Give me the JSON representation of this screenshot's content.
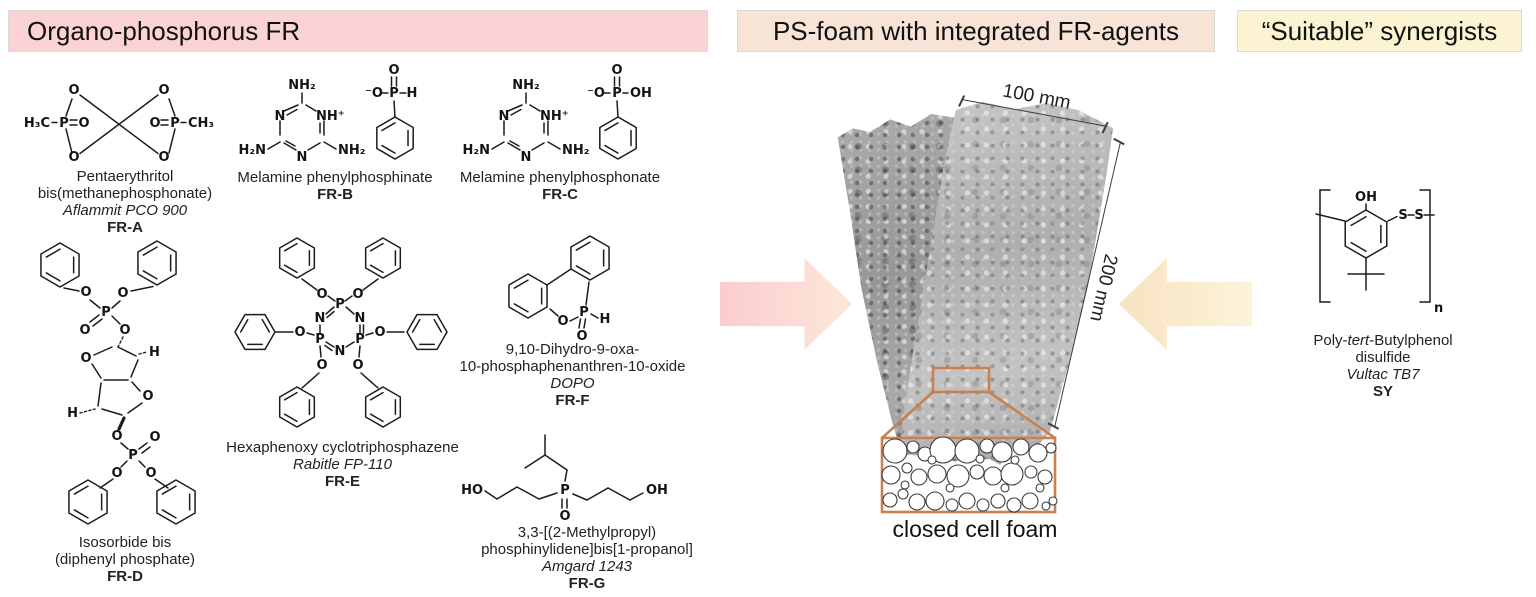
{
  "banners": {
    "organo": "Organo-phosphorus FR",
    "foam": "PS-foam with integrated FR-agents",
    "synergists": "“Suitable” synergists"
  },
  "foam_photo": {
    "width_label": "100 mm",
    "height_label": "200 mm",
    "callout_label": "closed cell foam"
  },
  "compounds": {
    "fr_a": {
      "name1": "Pentaerythritol",
      "name2": "bis(methanephosphonate)",
      "trade": "Aflammit PCO 900",
      "code": "FR-A"
    },
    "fr_b": {
      "name1": "Melamine phenylphosphinate",
      "code": "FR-B"
    },
    "fr_c": {
      "name1": "Melamine phenylphosphonate",
      "code": "FR-C"
    },
    "fr_d": {
      "name1": "Isosorbide bis",
      "name2": "(diphenyl phosphate)",
      "code": "FR-D"
    },
    "fr_e": {
      "name1": "Hexaphenoxy cyclotriphosphazene",
      "trade": "Rabitle FP-110",
      "code": "FR-E"
    },
    "fr_f": {
      "name1": "9,10-Dihydro-9-oxa-",
      "name2": "10-phosphaphenanthren-10-oxide",
      "trade": "DOPO",
      "code": "FR-F"
    },
    "fr_g": {
      "name1": "3,3-[(2-Methylpropyl)",
      "name2": "phosphinylidene]bis[1-propanol]",
      "trade": "Amgard 1243",
      "code": "FR-G"
    }
  },
  "synergist": {
    "name_pre": "Poly-",
    "name_it": "tert",
    "name_post": "-Butylphenol",
    "name2": "disulfide",
    "trade": "Vultac TB7",
    "code": "SY"
  },
  "atoms": {
    "fr_a": [
      "H₃C",
      "P",
      "O",
      "O",
      "O",
      "O",
      "O",
      "O",
      "P",
      "CH₃"
    ],
    "fr_b": [
      "NH₂",
      "N",
      "NH⁺",
      "H₂N",
      "N",
      "NH₂",
      "⁻O",
      "P",
      "H",
      "O"
    ],
    "fr_c": [
      "NH₂",
      "N",
      "NH⁺",
      "H₂N",
      "N",
      "NH₂",
      "⁻O",
      "P",
      "OH",
      "O"
    ],
    "fr_d": [
      "O",
      "O",
      "P",
      "O",
      "O",
      "O",
      "H",
      "O",
      "H",
      "O",
      "P",
      "O",
      "O",
      "O"
    ],
    "fr_e": [
      "P",
      "N",
      "N",
      "P",
      "P",
      "N",
      "O",
      "O",
      "O",
      "O",
      "O",
      "O"
    ],
    "fr_f": [
      "O",
      "P",
      "H",
      "O"
    ],
    "fr_g": [
      "HO",
      "P",
      "O",
      "OH"
    ],
    "sy": [
      "OH",
      "S",
      "S",
      "n"
    ]
  },
  "colors": {
    "banner_pink": "#fbd3d5",
    "banner_peach": "#f8e4d7",
    "banner_yellow": "#fbf3d2",
    "callout_orange": "#c9814f",
    "arrow_pink": "#fbcdce",
    "arrow_cream": "#f7e2c0"
  }
}
